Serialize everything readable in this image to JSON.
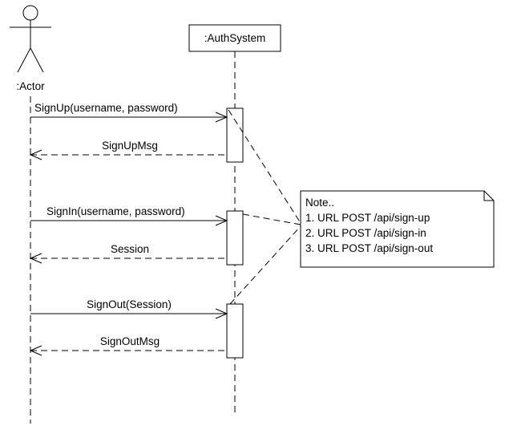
{
  "actor": {
    "label": ":Actor"
  },
  "system": {
    "label": ":AuthSystem"
  },
  "messages": [
    {
      "label": "SignUp(username, password)",
      "kind": "call"
    },
    {
      "label": "SignUpMsg",
      "kind": "return"
    },
    {
      "label": "SignIn(username, password)",
      "kind": "call"
    },
    {
      "label": "Session",
      "kind": "return"
    },
    {
      "label": "SignOut(Session)",
      "kind": "call"
    },
    {
      "label": "SignOutMsg",
      "kind": "return"
    }
  ],
  "note": {
    "title": "Note..",
    "lines": [
      "1. URL POST /api/sign-up",
      "2. URL POST /api/sign-in",
      "3. URL POST /api/sign-out"
    ]
  }
}
